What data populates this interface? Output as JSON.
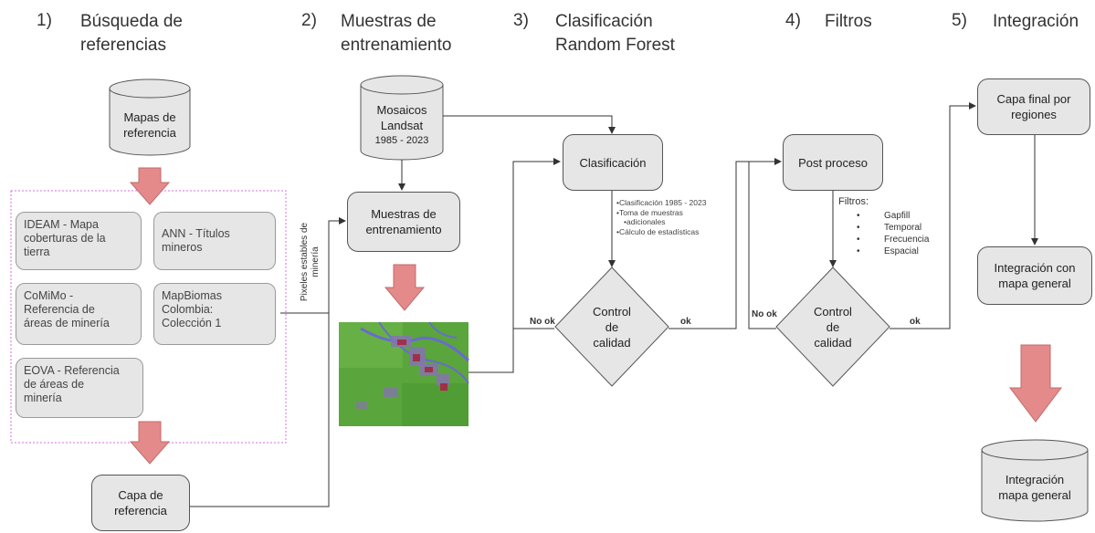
{
  "steps": [
    {
      "num": "1)",
      "title_l1": "Búsqueda de",
      "title_l2": "referencias"
    },
    {
      "num": "2)",
      "title_l1": "Muestras de",
      "title_l2": "entrenamiento"
    },
    {
      "num": "3)",
      "title_l1": "Clasificación",
      "title_l2": "Random Forest"
    },
    {
      "num": "4)",
      "title_l1": "Filtros",
      "title_l2": ""
    },
    {
      "num": "5)",
      "title_l1": "Integración",
      "title_l2": ""
    }
  ],
  "nodes": {
    "mapas_ref_l1": "Mapas de",
    "mapas_ref_l2": "referencia",
    "sources": [
      {
        "l1": "IDEAM - Mapa",
        "l2": "coberturas de la",
        "l3": "tierra"
      },
      {
        "l1": "ANN - Títulos",
        "l2": "mineros",
        "l3": ""
      },
      {
        "l1": "CoMiMo -",
        "l2": "Referencia de",
        "l3": "áreas de minería"
      },
      {
        "l1": "MapBiomas",
        "l2": "Colombia:",
        "l3": "Colección 1"
      },
      {
        "l1": "EOVA - Referencia",
        "l2": "de áreas de",
        "l3": "minería"
      }
    ],
    "capa_ref_l1": "Capa de",
    "capa_ref_l2": "referencia",
    "mosaicos_l1": "Mosaicos",
    "mosaicos_l2": "Landsat",
    "mosaicos_l3": "1985 - 2023",
    "muestras_l1": "Muestras de",
    "muestras_l2": "entrenamiento",
    "clasificacion": "Clasificación",
    "control_l1": "Control",
    "control_l2": "de",
    "control_l3": "calidad",
    "post_proceso": "Post proceso",
    "capa_final_l1": "Capa final por",
    "capa_final_l2": "regiones",
    "integracion_l1": "Integración con",
    "integracion_l2": "mapa general",
    "integ_db_l1": "Integración",
    "integ_db_l2": "mapa general"
  },
  "labels": {
    "pixeles_l1": "Pixeles estables de",
    "pixeles_l2": "minería",
    "no_ok": "No ok",
    "ok": "ok",
    "filtros": "Filtros:",
    "class_bullets": [
      "Clasificación 1985 - 2023",
      "Toma de muestras",
      "adicionales",
      "Cálculo de estadísticas"
    ],
    "filtros_items": [
      "Gapfill",
      "Temporal",
      "Frecuencia",
      "Espacial"
    ]
  },
  "colors": {
    "box_fill": "#e6e6e6",
    "arrow_fill": "#e48a8a",
    "arrow_stroke": "#c06b6b",
    "dotted_border": "#d66fe0",
    "satellite_green": "#5aa53c",
    "mining_red": "#a03048",
    "river_blue": "#6a6ad0"
  }
}
